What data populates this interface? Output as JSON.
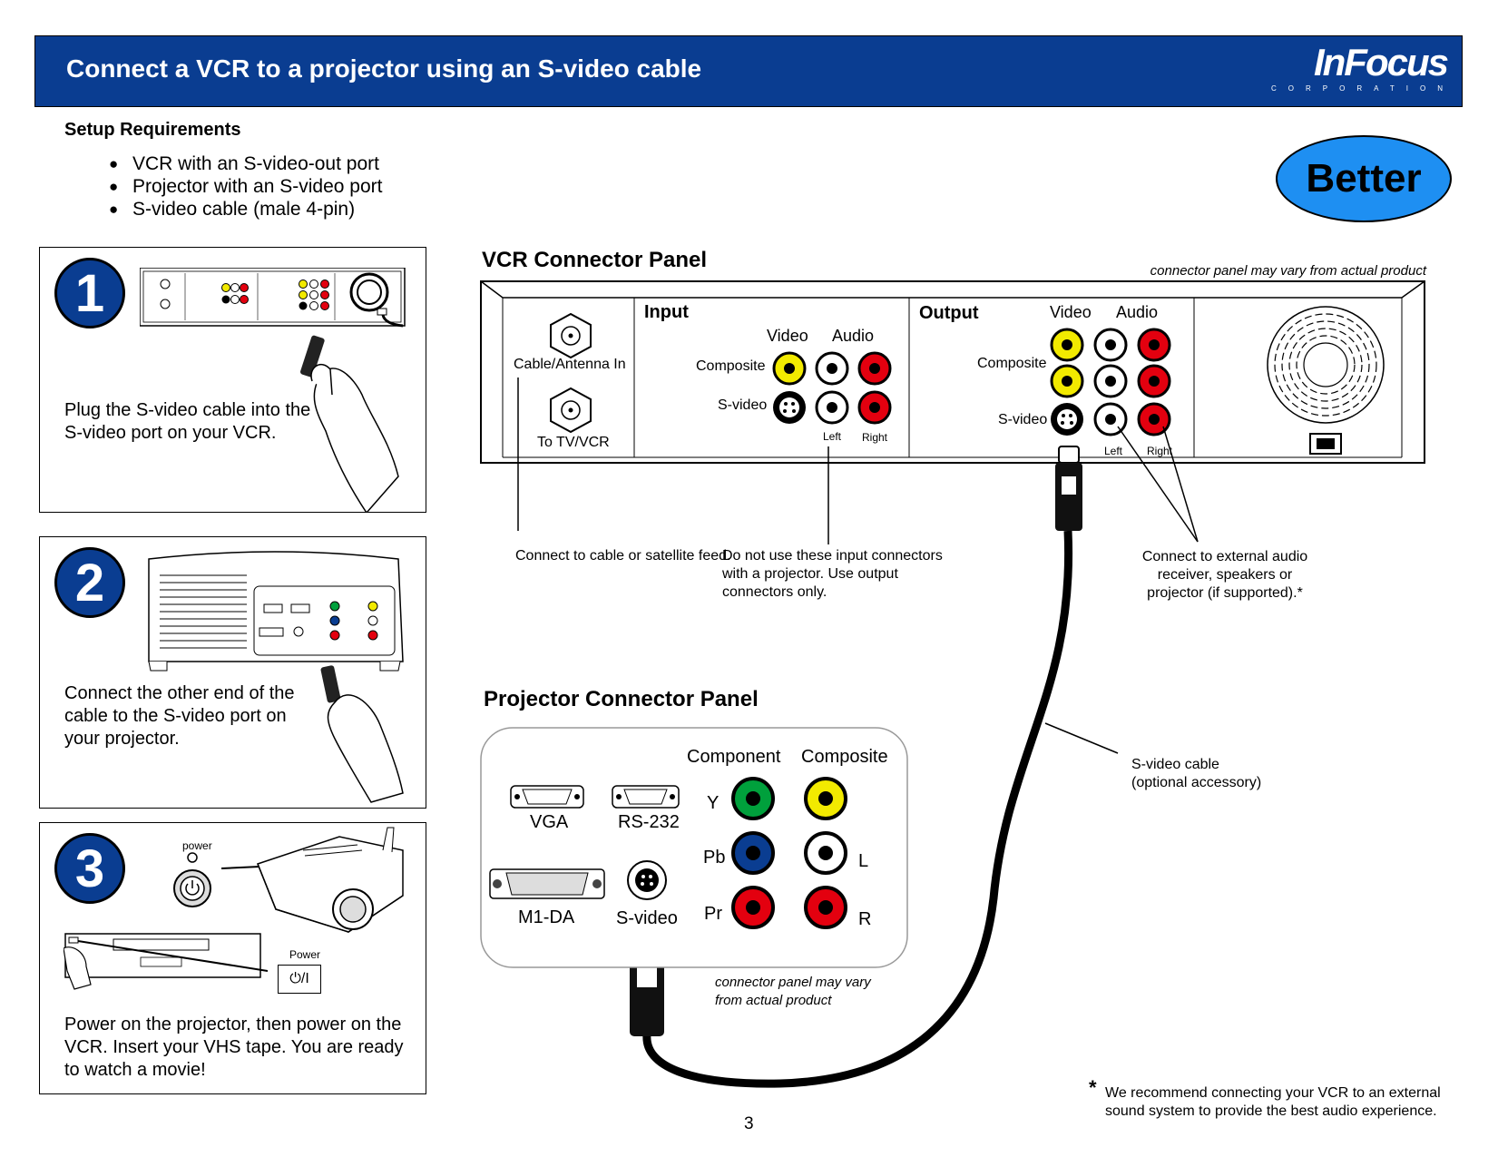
{
  "header": {
    "title": "Connect a VCR to a projector using an S-video cable",
    "logo": "InFocus",
    "logo_sub": "CORPORATION"
  },
  "setup": {
    "title": "Setup Requirements",
    "items": [
      "VCR with an S-video-out port",
      "Projector with an S-video port",
      "S-video cable (male 4-pin)"
    ]
  },
  "rating": "Better",
  "steps": [
    {
      "number": "1",
      "text": "Plug the S-video cable into the S-video port on your VCR."
    },
    {
      "number": "2",
      "text": "Connect the other end of the cable to the S-video port on your projector."
    },
    {
      "number": "3",
      "text": "Power on the projector, then power on the VCR.  Insert your VHS tape. You are ready to watch a movie!",
      "power_label": "power",
      "power_button_label": "Power",
      "power_symbol": "⏻/I"
    }
  ],
  "vcr_panel": {
    "title": "VCR Connector Panel",
    "note": "connector panel may vary from actual product",
    "cable_in": "Cable/Antenna In",
    "to_tv": "To TV/VCR",
    "input_label": "Input",
    "output_label": "Output",
    "video": "Video",
    "audio": "Audio",
    "composite": "Composite",
    "svideo": "S-video",
    "left": "Left",
    "right": "Right"
  },
  "callouts": {
    "cable": "Connect to cable or satellite feed.",
    "input": "Do not use these input connectors with a projector.  Use output connectors only.",
    "audio": "Connect to external audio receiver, speakers or projector (if supported).*",
    "cable_line1": "S-video cable",
    "cable_line2": "(optional accessory)"
  },
  "projector_panel": {
    "title": "Projector Connector Panel",
    "note_line1": "connector panel may vary",
    "note_line2": "from actual product",
    "component": "Component",
    "composite": "Composite",
    "vga": "VGA",
    "rs232": "RS-232",
    "m1da": "M1-DA",
    "svideo": "S-video",
    "y": "Y",
    "pb": "Pb",
    "pr": "Pr",
    "l": "L",
    "r": "R"
  },
  "footnote": {
    "mark": "*",
    "text": "We recommend connecting your VCR to an external sound system to provide the best audio experience."
  },
  "page_number": "3",
  "colors": {
    "header_blue": "#0a3d91",
    "badge_blue": "#1e8ff2",
    "yellow": "#f2ea00",
    "red": "#e3000f",
    "green": "#00a03c",
    "blue": "#0a3d91"
  }
}
